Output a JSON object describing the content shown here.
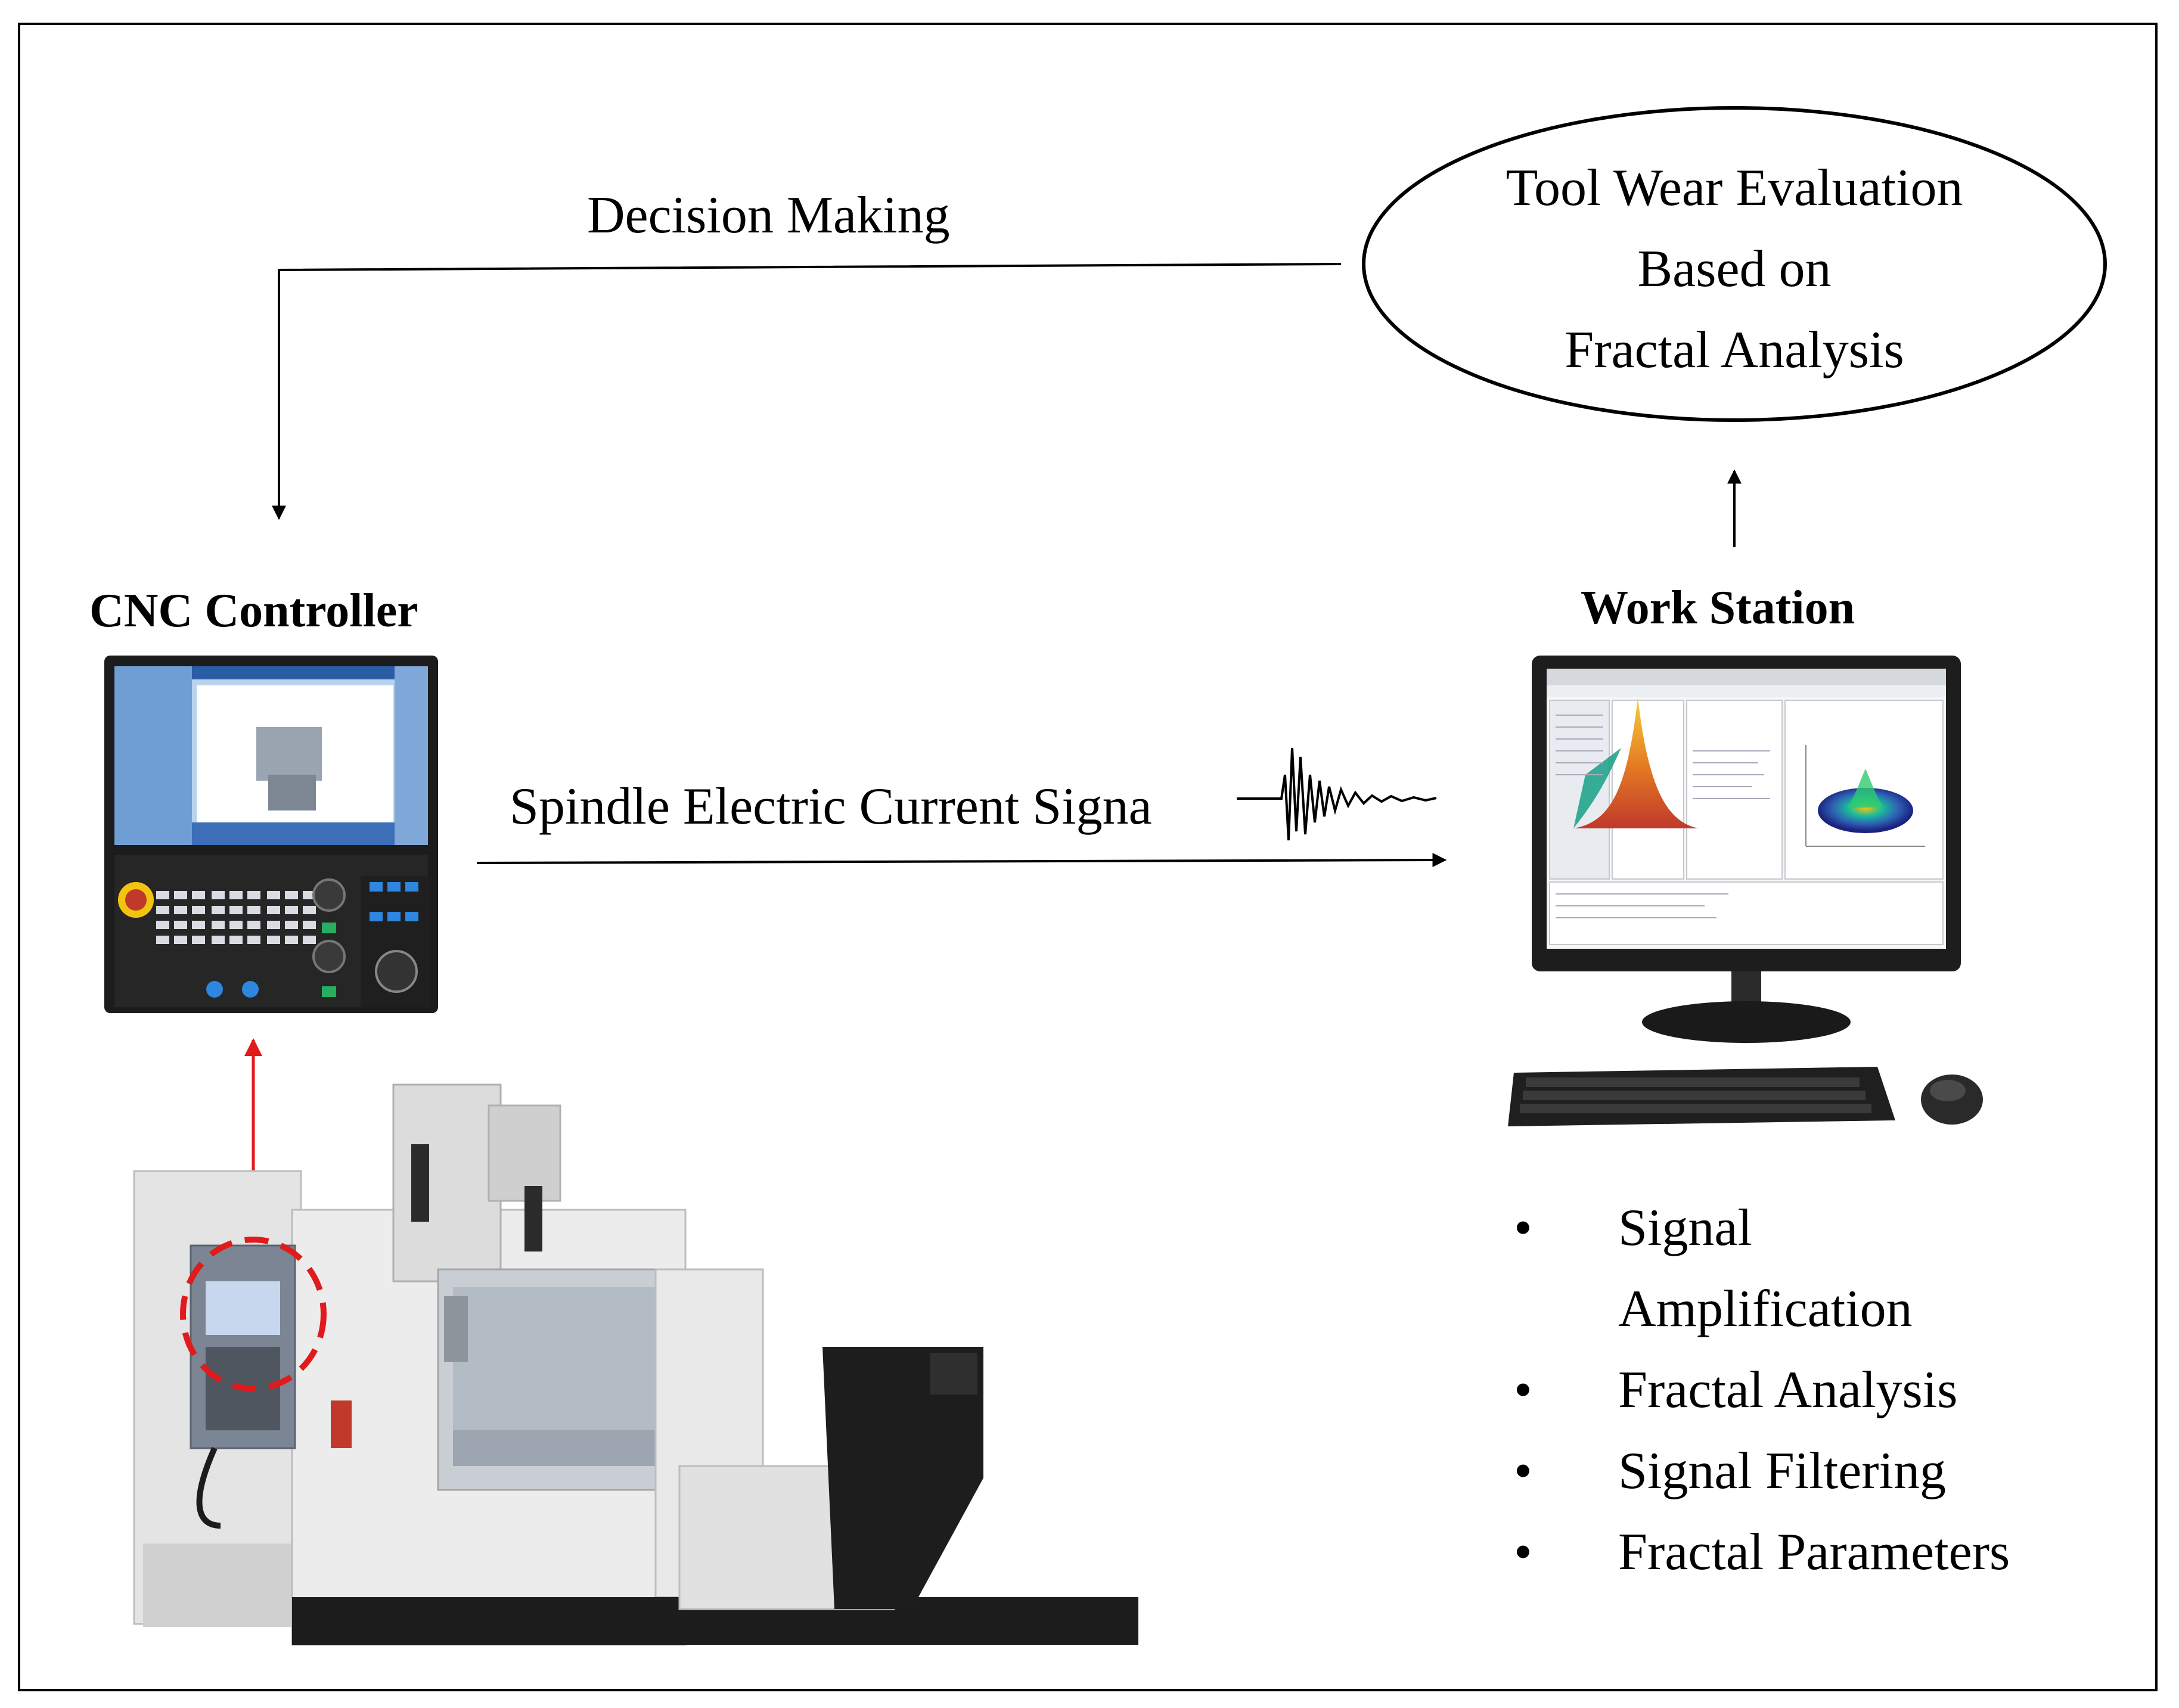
{
  "decision_label": "Decision Making",
  "evaluation": {
    "line1": "Tool Wear Evaluation",
    "line2": "Based on",
    "line3": "Fractal Analysis"
  },
  "cnc_title": "CNC Controller",
  "workstation_title": "Work Station",
  "signal_label": "Spindle Electric Current Signa",
  "bullet_symbol": "•",
  "bullets": [
    {
      "line1": "Signal",
      "line2": "Amplification"
    },
    {
      "line1": "Fractal Analysis"
    },
    {
      "line1": "Signal Filtering"
    },
    {
      "line1": "Fractal Parameters"
    }
  ],
  "colors": {
    "line": "#000000",
    "highlight": "#e11b1b",
    "machine_body": "#e6e6e6",
    "screen_blue": "#5c8fc9"
  }
}
